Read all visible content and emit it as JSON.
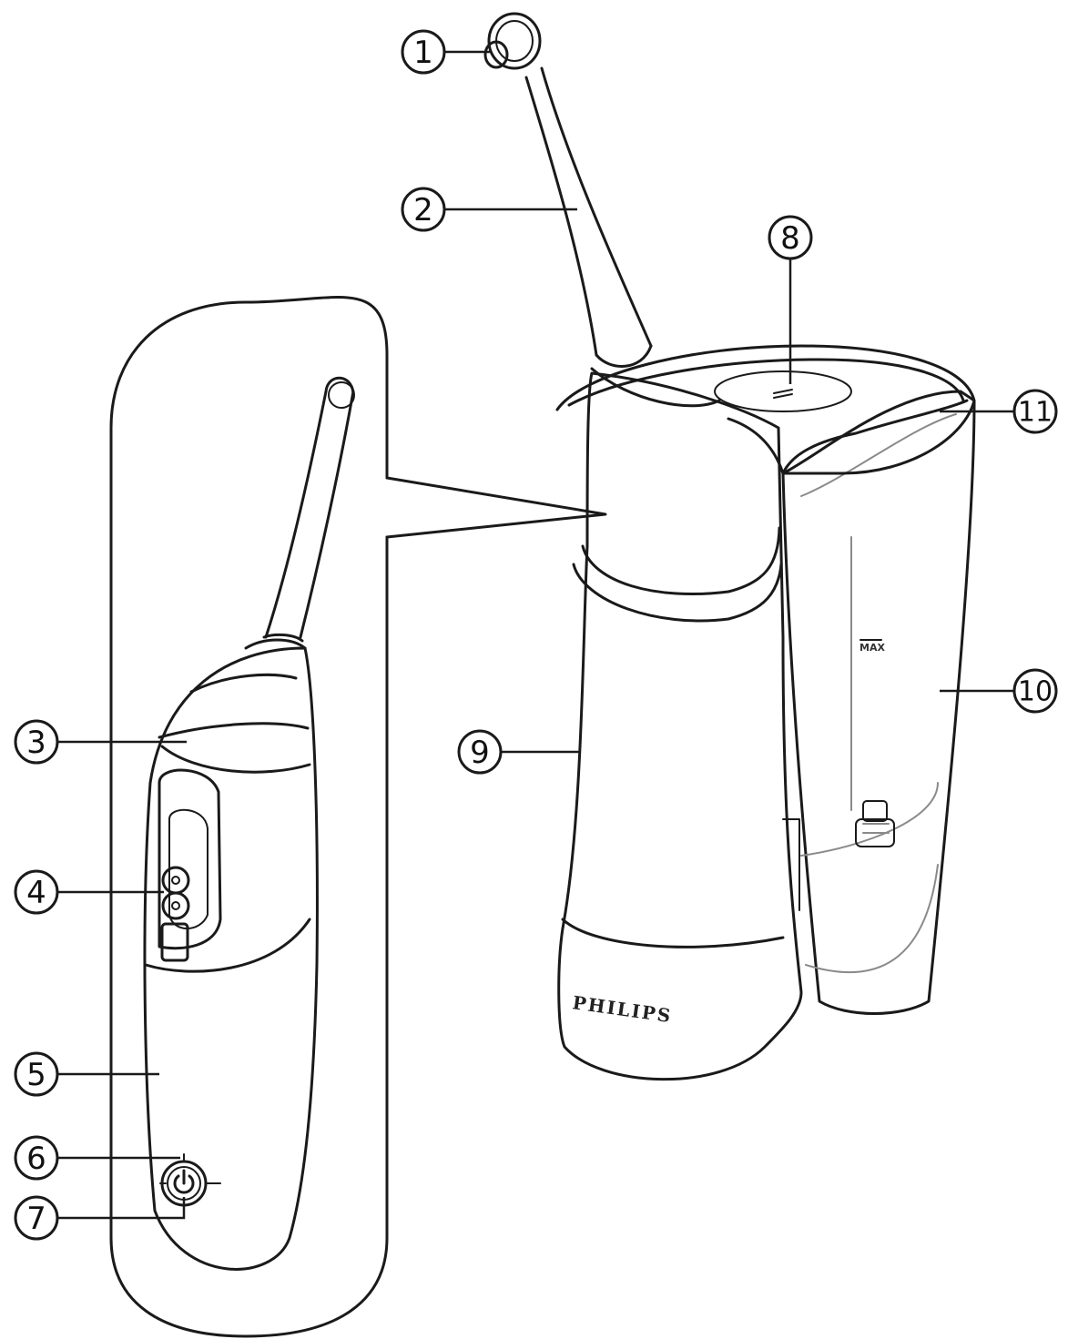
{
  "callouts": [
    {
      "id": "c1",
      "label": "1"
    },
    {
      "id": "c2",
      "label": "2"
    },
    {
      "id": "c3",
      "label": "3"
    },
    {
      "id": "c4",
      "label": "4"
    },
    {
      "id": "c5",
      "label": "5"
    },
    {
      "id": "c6",
      "label": "6"
    },
    {
      "id": "c7",
      "label": "7"
    },
    {
      "id": "c8",
      "label": "8"
    },
    {
      "id": "c9",
      "label": "9"
    },
    {
      "id": "c10",
      "label": "10"
    },
    {
      "id": "c11",
      "label": "11"
    }
  ],
  "product": {
    "brand_label": "PHILIPS",
    "reservoir_marker": "MAX"
  },
  "icons": {
    "power_button": "power-icon"
  }
}
